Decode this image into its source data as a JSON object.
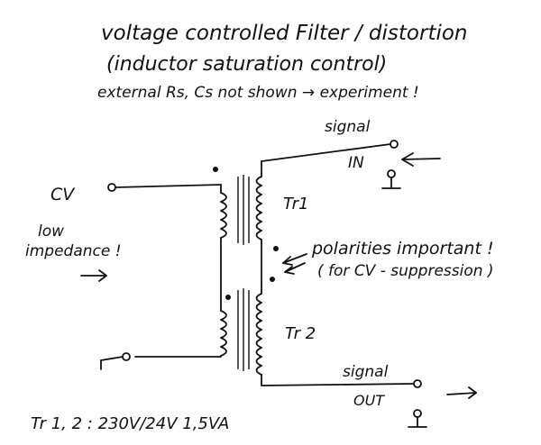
{
  "title": {
    "line1": "voltage controlled Filter / distortion",
    "line2": "(inductor saturation control)",
    "line3": "external Rs, Cs not shown → experiment !"
  },
  "labels": {
    "signal_in_top": "signal",
    "signal_in_bottom": "IN",
    "cv": "CV",
    "low_impedance_1": "low",
    "low_impedance_2": "impedance !",
    "tr1": "Tr1",
    "tr2": "Tr 2",
    "polarities_1": "polarities important !",
    "polarities_2": "( for CV - suppression )",
    "signal_out_top": "signal",
    "signal_out_bottom": "OUT",
    "footnote": "Tr 1, 2  :  230V/24V  1,5VA"
  }
}
